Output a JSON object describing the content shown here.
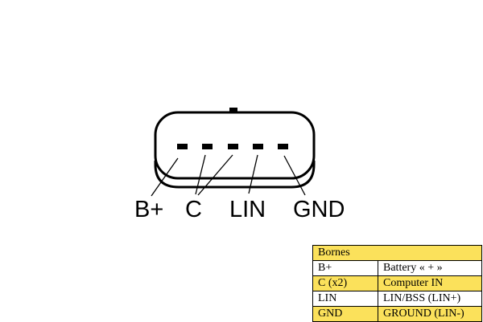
{
  "labels": {
    "bplus": "B+",
    "c": "C",
    "lin": "LIN",
    "gnd": "GND"
  },
  "table": {
    "header": "Bornes",
    "rows": [
      {
        "terminal": "B+",
        "description": "Battery « + »"
      },
      {
        "terminal": "C (x2)",
        "description": "Computer IN"
      },
      {
        "terminal": "LIN",
        "description": "LIN/BSS (LIN+)"
      },
      {
        "terminal": "GND",
        "description": "GROUND (LIN-)"
      }
    ],
    "highlight_color": "#fbe15b"
  }
}
